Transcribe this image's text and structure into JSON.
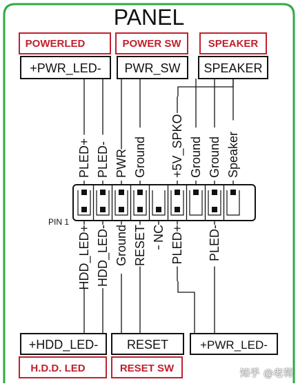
{
  "title": "PANEL",
  "colors": {
    "frame": "#2eaa4a",
    "accent": "#c0202c",
    "ink": "#111111"
  },
  "groups": {
    "top": [
      {
        "tag": "POWERLED",
        "box": "+PWR_LED-"
      },
      {
        "tag": "POWER SW",
        "box": "PWR_SW"
      },
      {
        "tag": "SPEAKER",
        "box": "SPEAKER"
      }
    ],
    "bottom": [
      {
        "tag": "H.D.D. LED",
        "box": "+HDD_LED-"
      },
      {
        "tag": "RESET SW",
        "box": "RESET"
      }
    ],
    "bottom_extra_box": "+PWR_LED-"
  },
  "pin1_label": "PIN 1",
  "top_pins": [
    "PLED+",
    "PLED-",
    "PWR",
    "Ground",
    "",
    "+5V_SPKO",
    "Ground",
    "Ground",
    "Speaker"
  ],
  "bottom_pins": [
    "HDD_LED+",
    "HDD_LED-",
    "Ground",
    "RESET",
    "NC",
    "PLED+",
    "",
    "PLED-",
    ""
  ],
  "watermark": "知乎 @老蒋"
}
